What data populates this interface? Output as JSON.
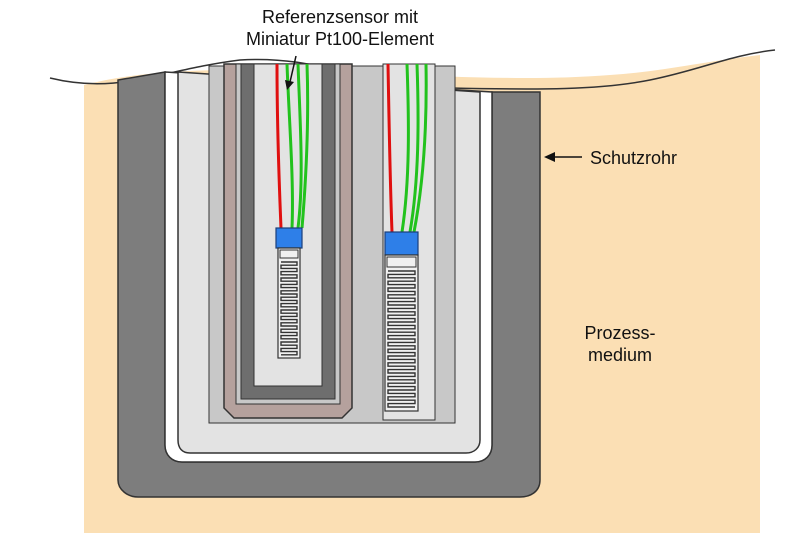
{
  "labels": {
    "reference_sensor_line1": "Referenzsensor mit",
    "reference_sensor_line2": "Miniatur Pt100-Element",
    "protection_tube": "Schutzrohr",
    "process_medium_line1": "Prozess-",
    "process_medium_line2": "medium"
  },
  "colors": {
    "process_medium": "#fbdfb4",
    "protection_tube": "#7d7d7d",
    "outline": "#333333",
    "insert_light": "#e3e3e3",
    "insert_mid": "#c8c8c8",
    "sleeve_brown": "#b5a19d",
    "sensor_cap": "#2e7fe8",
    "wire_red": "#e01010",
    "wire_green": "#22c21d"
  }
}
